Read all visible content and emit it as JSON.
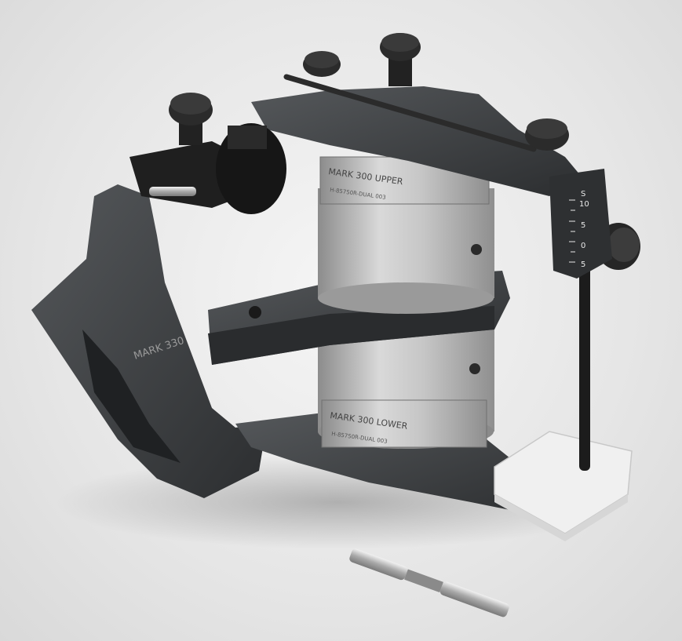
{
  "photo": {
    "subject": "articulator",
    "engravings": {
      "body_model": "MARK 330",
      "upper_ring": "MARK 300 UPPER",
      "upper_serial": "H-85750R-DUAL 003",
      "lower_ring": "MARK 300 LOWER",
      "lower_serial": "H-85750R-DUAL 003",
      "scale_top": "S",
      "scale_10": "10",
      "scale_5a": "5",
      "scale_0": "0",
      "scale_5b": "5"
    },
    "colors": {
      "background": "#e8e8e8",
      "dark_metal": "#3b3d3f",
      "steel": "#b9b9b9",
      "black": "#1c1c1c",
      "white_block": "#f0f0f0"
    }
  }
}
